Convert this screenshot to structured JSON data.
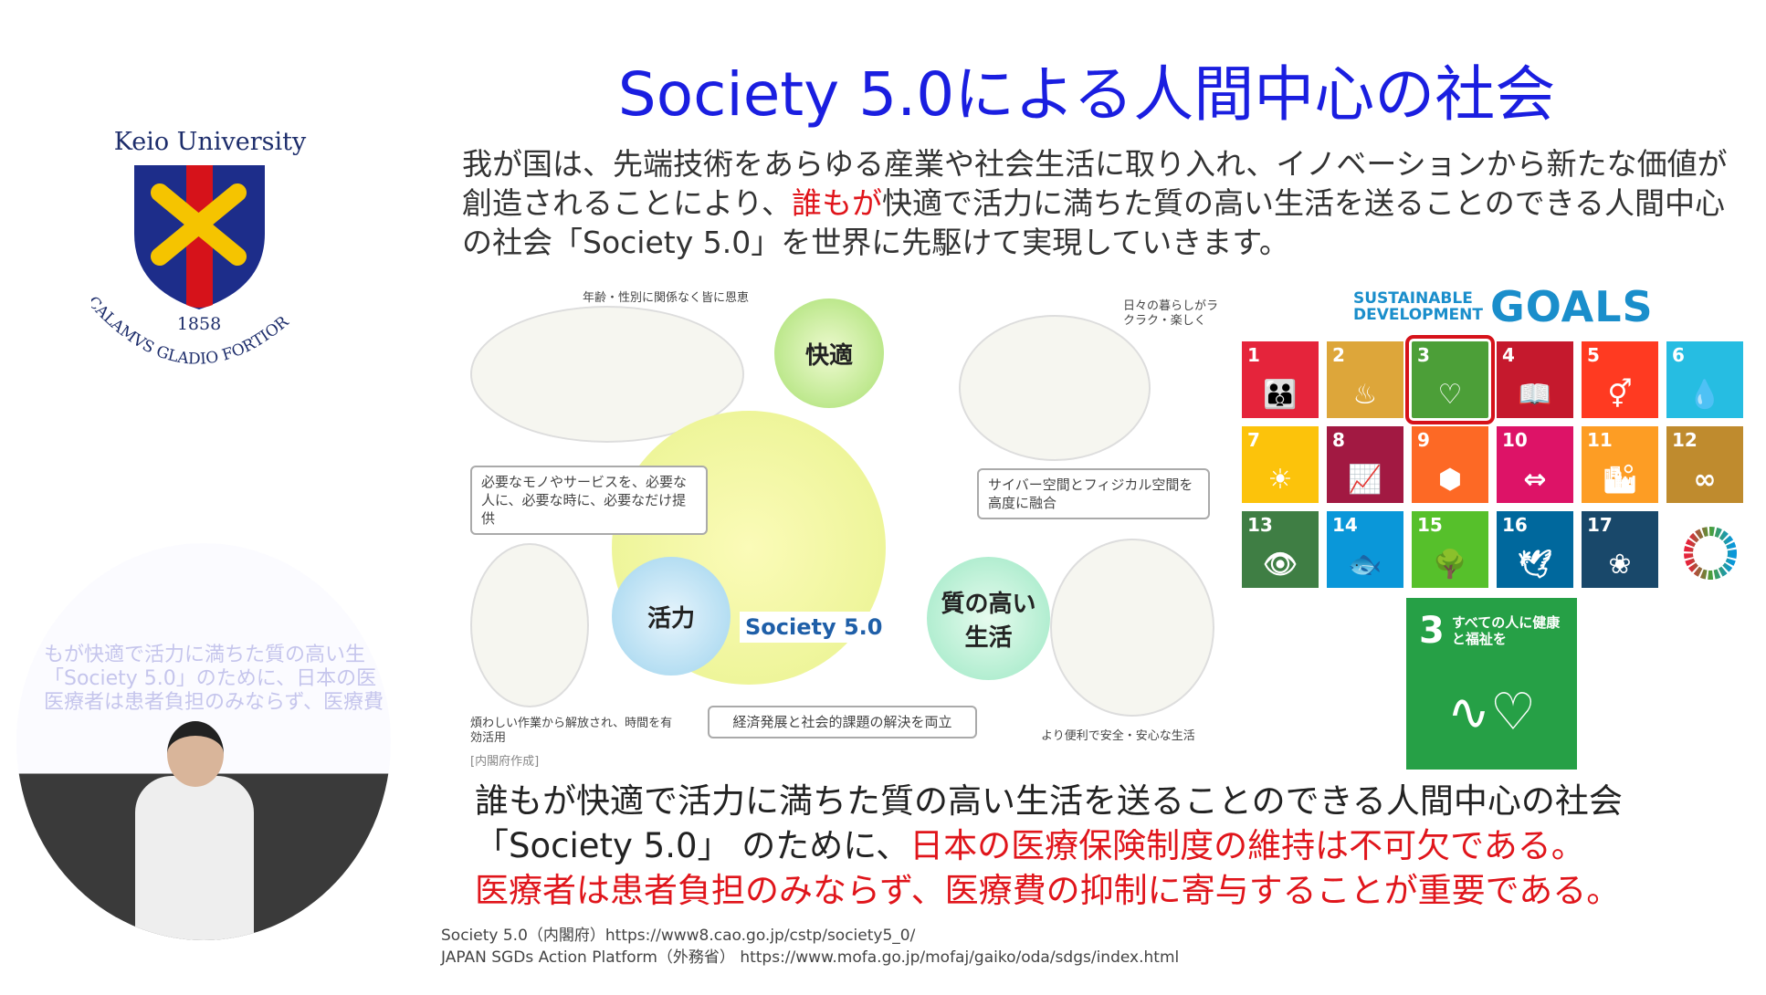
{
  "title": "Society 5.0による人間中心の社会",
  "intro": {
    "part1": "我が国は、先端技術をあらゆる産業や社会生活に取り入れ、イノベーションから新たな価値が創造されることにより、",
    "highlight": "誰もが",
    "part2": "快適で活力に満ちた質の高い生活を送ることのできる人間中心の社会「Society 5.0」を世界に先駆けて実現していきます。"
  },
  "logo": {
    "name": "Keio University",
    "year": "1858",
    "motto": "CALAMVS GLADIO FORTIOR",
    "colors": {
      "navy": "#1d2d8a",
      "red": "#d6121a",
      "gold": "#f5c400"
    }
  },
  "video": {
    "projected": [
      "もが快適で活力に満ちた質の高い生",
      "「Society 5.0」のために、日本の医",
      "医療者は患者負担のみならず、医療費"
    ]
  },
  "diagram": {
    "center": "Society 5.0",
    "circles": [
      "快適",
      "活力",
      "質の高い生活"
    ],
    "bubble_left": "必要なモノやサービスを、必要な人に、必要な時に、必要なだけ提供",
    "bubble_right": "サイバー空間とフィジカル空間を高度に融合",
    "bubble_bottom": "経済発展と社会的課題の解決を両立",
    "caption_top_left": "年齢・性別に関係なく皆に恩恵",
    "caption_top_right": "日々の暮らしがラクラク・楽しく",
    "caption_bottom_left": "煩わしい作業から解放され、時間を有効活用",
    "caption_source": "[内閣府作成]",
    "caption_bottom_right": "より便利で安全・安心な生活"
  },
  "sdgs": {
    "logo_small": [
      "SUSTAINABLE",
      "DEVELOPMENT"
    ],
    "logo_big": "GOALS",
    "tiles": [
      {
        "n": "1",
        "color": "#e5243b",
        "icon": "family-icon",
        "glyph": "👪"
      },
      {
        "n": "2",
        "color": "#dda63a",
        "icon": "bowl-icon",
        "glyph": "♨"
      },
      {
        "n": "3",
        "color": "#4c9f38",
        "icon": "heartbeat-icon",
        "glyph": "♡",
        "selected": true
      },
      {
        "n": "4",
        "color": "#c5192d",
        "icon": "book-icon",
        "glyph": "📖"
      },
      {
        "n": "5",
        "color": "#ff3a21",
        "icon": "gender-icon",
        "glyph": "⚥"
      },
      {
        "n": "6",
        "color": "#26bde2",
        "icon": "water-icon",
        "glyph": "💧"
      },
      {
        "n": "7",
        "color": "#fcc30b",
        "icon": "sun-icon",
        "glyph": "☀"
      },
      {
        "n": "8",
        "color": "#a21942",
        "icon": "chart-icon",
        "glyph": "📈"
      },
      {
        "n": "9",
        "color": "#fd6925",
        "icon": "cubes-icon",
        "glyph": "⬢"
      },
      {
        "n": "10",
        "color": "#dd1367",
        "icon": "equal-icon",
        "glyph": "⇔"
      },
      {
        "n": "11",
        "color": "#fd9d24",
        "icon": "city-icon",
        "glyph": "🏙"
      },
      {
        "n": "12",
        "color": "#bf8b2e",
        "icon": "infinity-icon",
        "glyph": "∞"
      },
      {
        "n": "13",
        "color": "#3f7e44",
        "icon": "eye-globe-icon",
        "glyph": "👁"
      },
      {
        "n": "14",
        "color": "#0a97d9",
        "icon": "fish-icon",
        "glyph": "🐟"
      },
      {
        "n": "15",
        "color": "#56c02b",
        "icon": "tree-icon",
        "glyph": "🌳"
      },
      {
        "n": "16",
        "color": "#00689d",
        "icon": "dove-icon",
        "glyph": "🕊"
      },
      {
        "n": "17",
        "color": "#19486a",
        "icon": "flower-icon",
        "glyph": "❀"
      },
      {
        "n": "",
        "color": "#ffffff",
        "icon": "sdg-wheel-icon",
        "glyph": ""
      }
    ],
    "highlight": {
      "n": "3",
      "label": "すべての人に健康と福祉を",
      "color": "#26a046"
    }
  },
  "conclusion": {
    "line1": "誰もが快適で活力に満ちた質の高い生活を送ることのできる人間中心の社会",
    "line2a": "「Society 5.0」 のために、",
    "line2b": "日本の医療保険制度の維持は不可欠である。",
    "line3": "医療者は患者負担のみならず、医療費の抑制に寄与することが重要である。"
  },
  "refs": [
    "Society 5.0（内閣府）https://www8.cao.go.jp/cstp/society5_0/",
    "JAPAN SGDs Action Platform（外務省） https://www.mofa.go.jp/mofaj/gaiko/oda/sdgs/index.html"
  ]
}
